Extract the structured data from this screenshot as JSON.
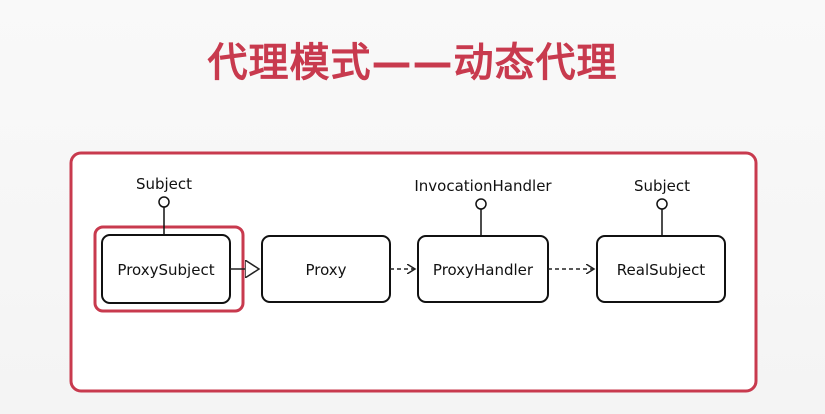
{
  "title": "代理模式——动态代理",
  "colors": {
    "accent": "#c83a4e",
    "box_stroke": "#111111",
    "box_fill": "#ffffff"
  },
  "interfaces": {
    "subject_left": "Subject",
    "invocation_handler": "InvocationHandler",
    "subject_right": "Subject"
  },
  "boxes": {
    "proxy_subject": "ProxySubject",
    "proxy": "Proxy",
    "proxy_handler": "ProxyHandler",
    "real_subject": "RealSubject"
  }
}
